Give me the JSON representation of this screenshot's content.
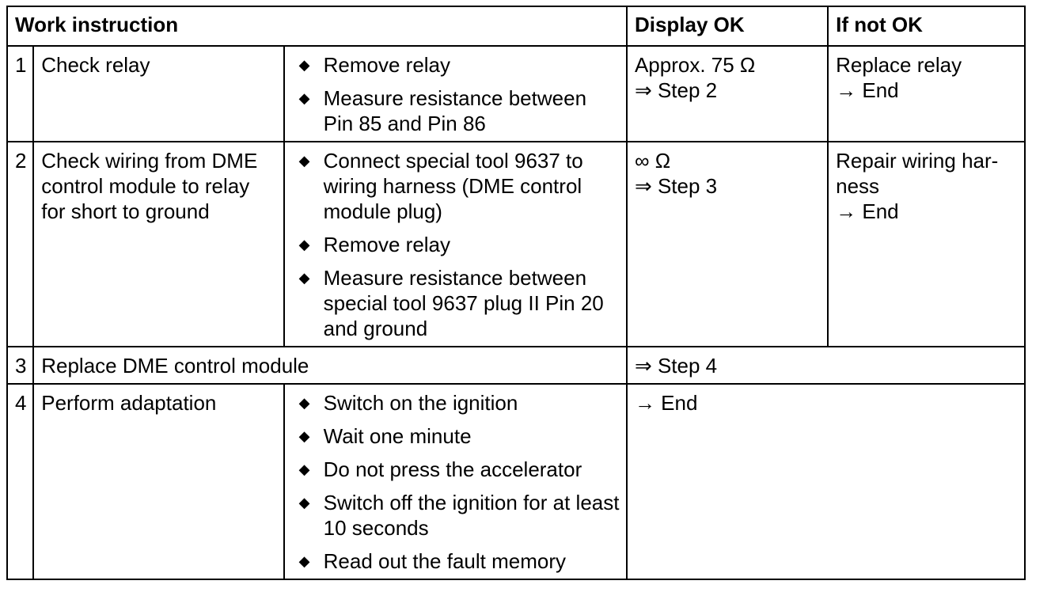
{
  "header": {
    "work_instruction": "Work instruction",
    "display_ok": "Display OK",
    "if_not_ok": "If not OK"
  },
  "rows": [
    {
      "num": "1",
      "task": "Check relay",
      "steps": [
        "Remove relay",
        "Measure resistance between Pin 85 and Pin 86"
      ],
      "ok": [
        "Approx. 75 Ω",
        "⇒ Step 2"
      ],
      "not_ok": [
        "Replace relay",
        "→ End"
      ]
    },
    {
      "num": "2",
      "task": "Check wiring from DME control module to relay for short to ground",
      "steps": [
        "Connect special tool 9637 to wiring harness (DME control module plug)",
        "Remove relay",
        "Measure resistance between special tool 9637 plug II Pin 20 and ground"
      ],
      "ok": [
        "∞ Ω",
        "⇒ Step 3"
      ],
      "not_ok": [
        "Repair wiring har-",
        "ness",
        "→ End"
      ]
    },
    {
      "num": "3",
      "task": "Replace DME control module",
      "merged_result": "⇒ Step 4"
    },
    {
      "num": "4",
      "task": "Perform adaptation",
      "steps": [
        "Switch on the ignition",
        "Wait one minute",
        "Do not press the accelerator",
        "Switch off the ignition for at least 10 seconds",
        "Read out the fault memory"
      ],
      "merged_result": "→ End"
    }
  ],
  "icons": {
    "bullet": "diamond-bullet-icon"
  }
}
